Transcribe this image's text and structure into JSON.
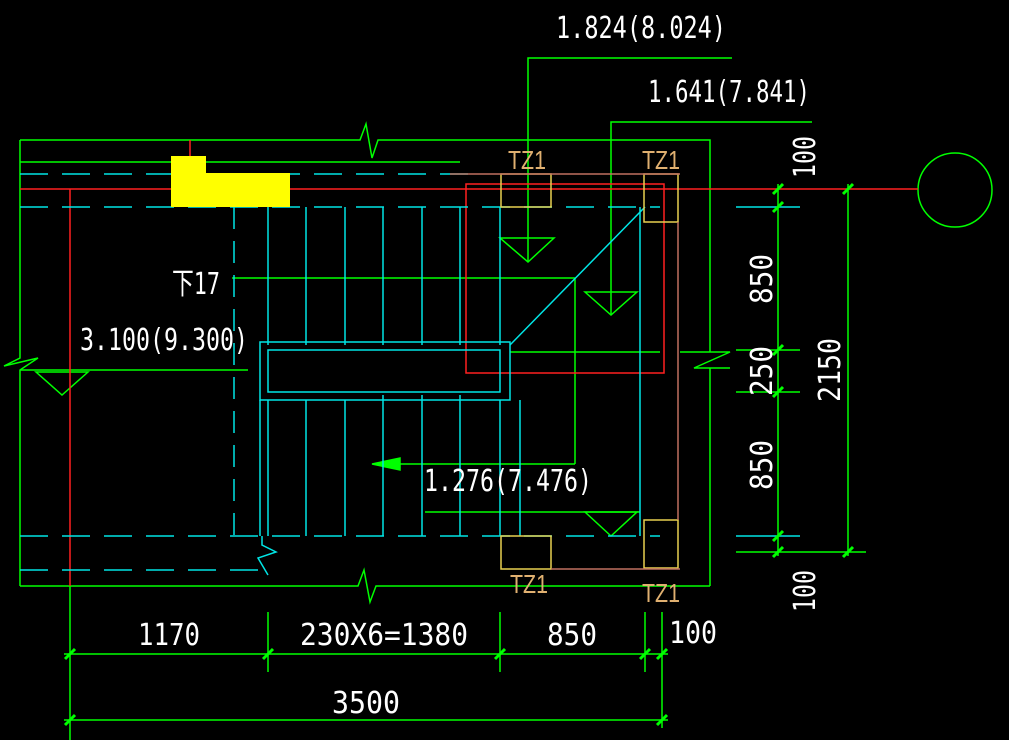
{
  "colors": {
    "background": "#000000",
    "outline": "#00ff00",
    "stair": "#00e5e5",
    "axis": "#ff2020",
    "column": "#e8d050",
    "highlight": "#ffff00",
    "label_tz": "#e0b070",
    "text": "#ffffff"
  },
  "elevations": {
    "top_landing": "1.824(8.024)",
    "upper_landing": "1.641(7.841)",
    "floor_level": "3.100(9.300)",
    "mid_landing": "1.276(7.476)"
  },
  "stair_label": "下17",
  "columns": {
    "top_left": "TZ1",
    "top_right": "TZ1",
    "bottom_left": "TZ1",
    "bottom_right": "TZ1"
  },
  "dimensions": {
    "bottom": [
      "1170",
      "230X6=1380",
      "850",
      "100"
    ],
    "bottom_total": "3500",
    "right": [
      "100",
      "850",
      "250",
      "850",
      "100"
    ],
    "right_total": "2150"
  }
}
